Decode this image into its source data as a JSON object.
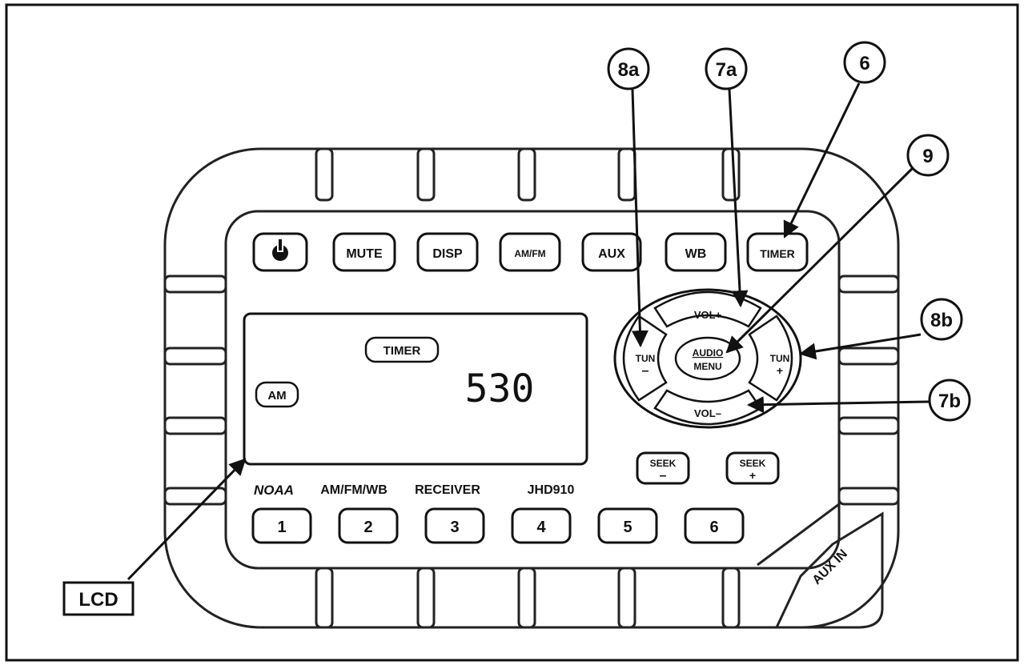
{
  "top_buttons": {
    "power_glyph": "⏻",
    "mute": "MUTE",
    "disp": "DISP",
    "amfm": "AM/FM",
    "aux": "AUX",
    "wb": "WB",
    "timer": "TIMER"
  },
  "lcd": {
    "timer_indicator": "TIMER",
    "band_indicator": "AM",
    "frequency": "530"
  },
  "dpad": {
    "vol_up": "VOL+",
    "vol_down": "VOL–",
    "tun_minus_1": "TUN",
    "tun_minus_2": "–",
    "tun_plus_1": "TUN",
    "tun_plus_2": "+",
    "audio": "AUDIO",
    "menu": "MENU"
  },
  "seek": {
    "minus_1": "SEEK",
    "minus_2": "–",
    "plus_1": "SEEK",
    "plus_2": "+"
  },
  "labels": {
    "noaa": "NOAA",
    "amfmwb": "AM/FM/WB",
    "receiver": "RECEIVER",
    "model": "JHD910"
  },
  "presets": [
    "1",
    "2",
    "3",
    "4",
    "5",
    "6"
  ],
  "aux_in": "AUX IN",
  "callouts": {
    "c8a": "8a",
    "c7a": "7a",
    "c6": "6",
    "c9": "9",
    "c8b": "8b",
    "c7b": "7b",
    "lcd": "LCD"
  }
}
